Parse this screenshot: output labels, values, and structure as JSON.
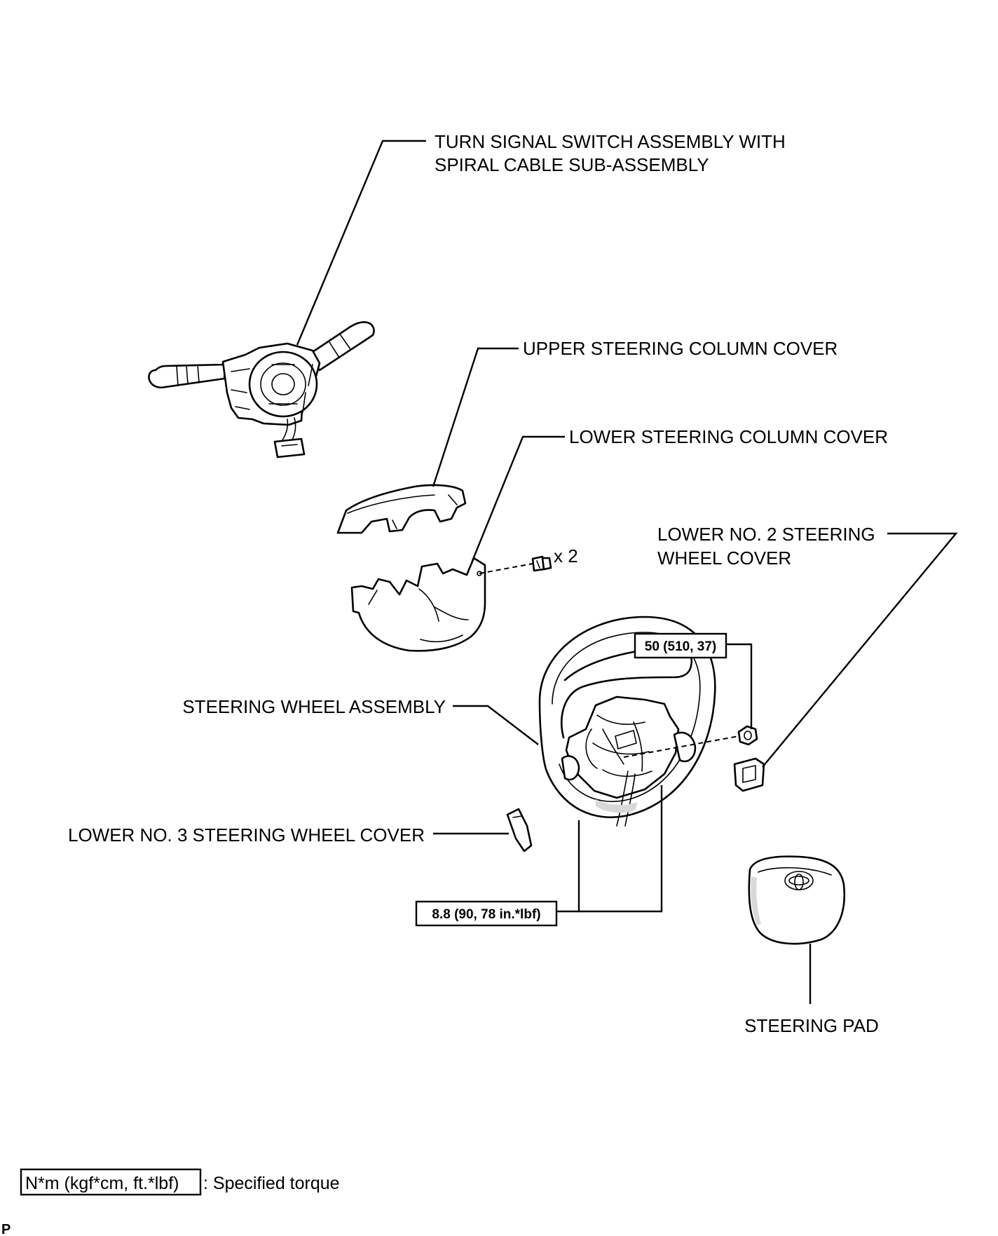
{
  "labels": {
    "turn_signal_line1": "TURN SIGNAL SWITCH ASSEMBLY WITH",
    "turn_signal_line2": "SPIRAL CABLE SUB-ASSEMBLY",
    "upper_cover": "UPPER STEERING COLUMN COVER",
    "lower_cover": "LOWER STEERING COLUMN COVER",
    "lower_no2_line1": "LOWER NO. 2 STEERING",
    "lower_no2_line2": "WHEEL COVER",
    "steering_wheel": "STEERING WHEEL ASSEMBLY",
    "lower_no3": "LOWER NO. 3 STEERING WHEEL COVER",
    "steering_pad": "STEERING PAD",
    "screw_qty": "x 2"
  },
  "torques": {
    "nut": "50 (510, 37)",
    "screws": "8.8 (90, 78 in.*lbf)"
  },
  "legend": {
    "unit_box": "N*m (kgf*cm, ft.*lbf)",
    "description": ": Specified torque"
  },
  "footer": {
    "code": "P"
  }
}
